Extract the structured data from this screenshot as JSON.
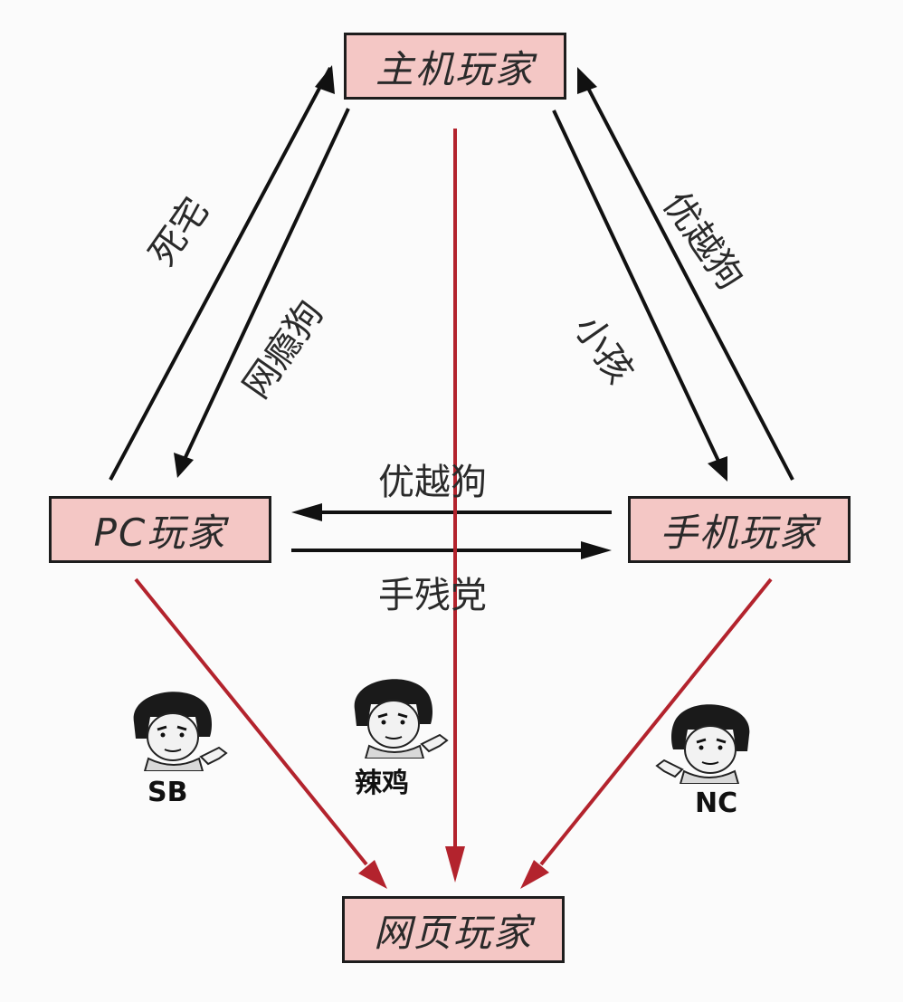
{
  "nodes": {
    "console": "主机玩家",
    "pc": "PC玩家",
    "mobile": "手机玩家",
    "web": "网页玩家"
  },
  "edge_labels": {
    "pc_to_console": "死宅",
    "console_to_pc": "网瘾狗",
    "console_to_mobile": "小孩",
    "mobile_to_console": "优越狗",
    "mobile_to_pc": "优越狗",
    "pc_to_mobile": "手残党"
  },
  "faces": {
    "pc_to_web": "SB",
    "console_to_web": "辣鸡",
    "mobile_to_web": "NC"
  },
  "colors": {
    "node_fill": "#f4c7c5",
    "node_border": "#1d1d1d",
    "black_arrow": "#111111",
    "red_arrow": "#b3232d"
  }
}
